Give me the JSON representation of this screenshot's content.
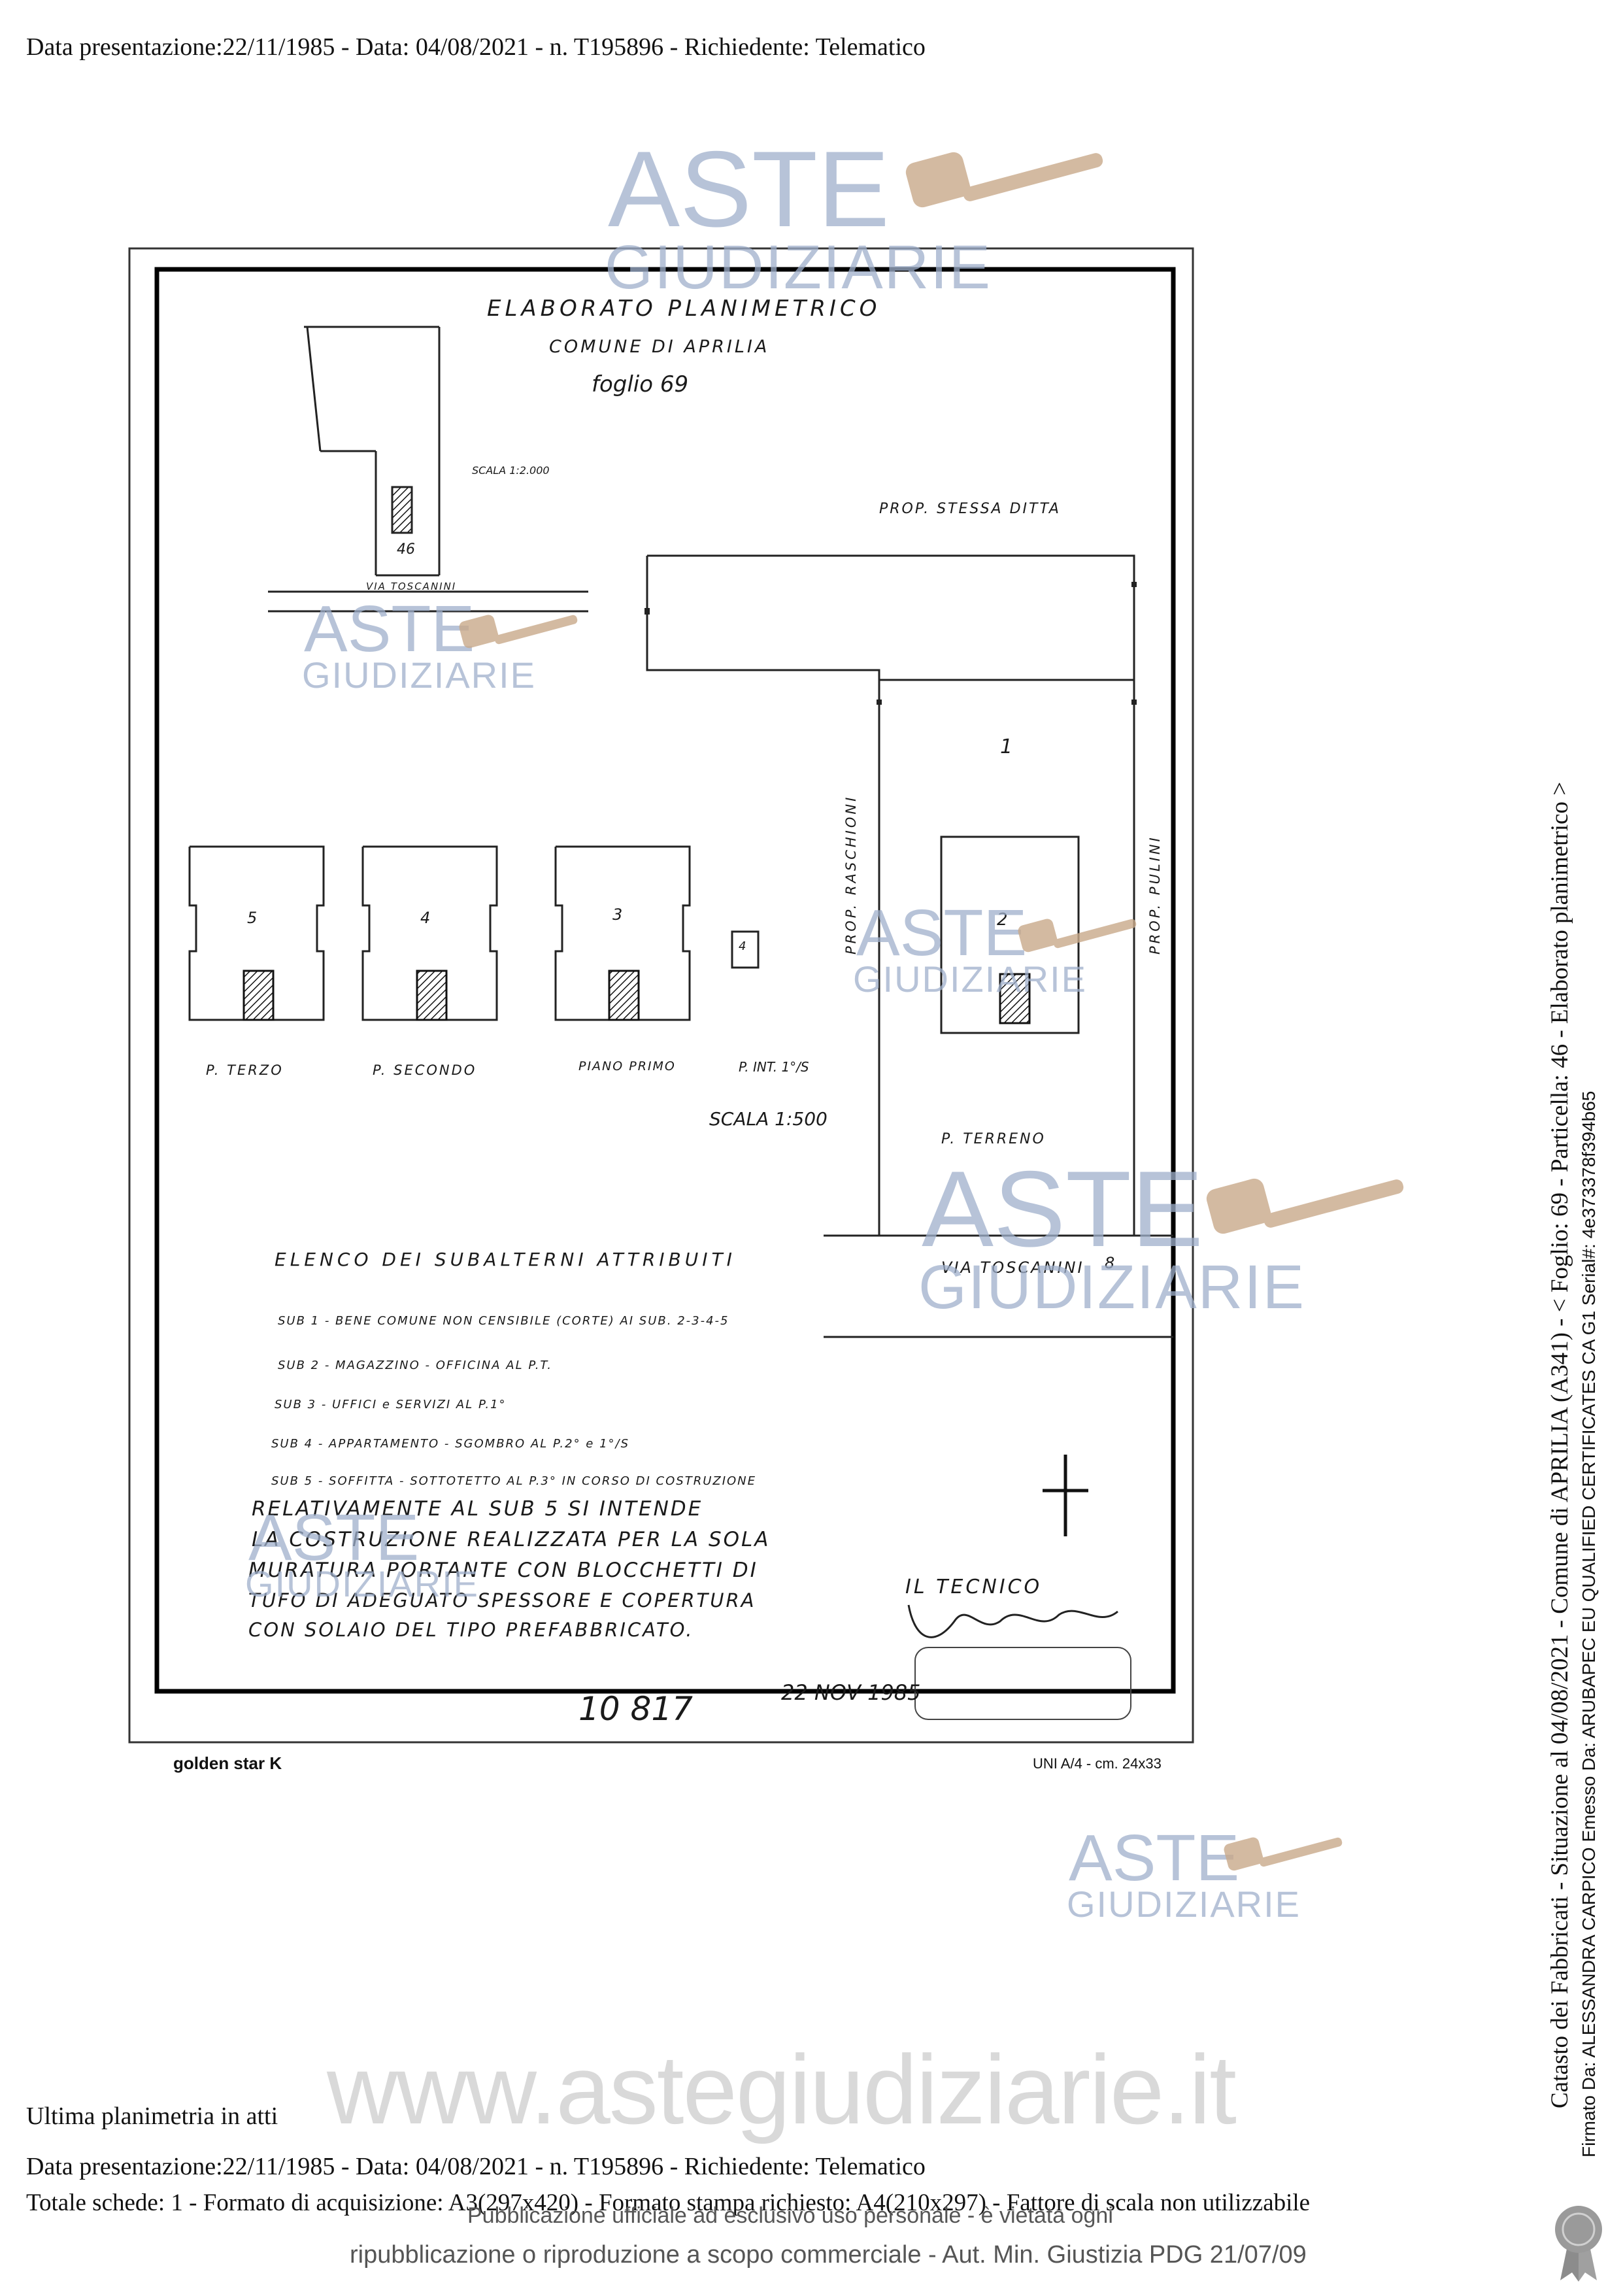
{
  "header": {
    "top_line": "Data presentazione:22/11/1985 - Data: 04/08/2021 - n. T195896 - Richiedente: Telematico"
  },
  "watermark": {
    "brand_top": "ASTE",
    "brand_bottom": "GIUDIZIARIE",
    "url": "www.astegiudiziarie.it",
    "notice_line1": "Pubblicazione ufficiale ad esclusivo uso personale - è vietata ogni",
    "notice_line2": "ripubblicazione o riproduzione a scopo commerciale - Aut. Min. Giustizia PDG 21/07/09"
  },
  "drawing": {
    "title": "ELABORATO PLANIMETRICO",
    "comune": "COMUNE DI APRILIA",
    "foglio": "foglio 69",
    "scala_small": "SCALA 1:2.000",
    "particella_small": "46",
    "street_small": "VIA TOSCANINI",
    "prop_top": "PROP. STESSA DITTA",
    "prop_left": "PROP. RASCHIONI",
    "prop_right": "PROP. PULINI",
    "sub_area_1": "1",
    "units": [
      {
        "number": "5",
        "floor": "P. TERZO"
      },
      {
        "number": "4",
        "floor": "P. SECONDO"
      },
      {
        "number": "3",
        "floor": "PIANO PRIMO"
      },
      {
        "number": "4",
        "floor": "P. INT. 1°/S"
      }
    ],
    "unit_ground": {
      "number": "2",
      "floor": "P. TERRENO"
    },
    "scala_main": "SCALA 1:500",
    "street_main": "VIA TOSCANINI",
    "street_number": "8",
    "list_title": "ELENCO DEI SUBALTERNI ATTRIBUITI",
    "subs": [
      "SUB 1 - BENE COMUNE NON CENSIBILE (CORTE) AI SUB. 2-3-4-5",
      "SUB 2 - MAGAZZINO - OFFICINA AL P.T.",
      "SUB 3 - UFFICI e SERVIZI AL P.1°",
      "SUB 4 - APPARTAMENTO - SGOMBRO AL P.2° e 1°/S",
      "SUB 5 - SOFFITTA - SOTTOTETTO AL P.3° IN CORSO DI COSTRUZIONE"
    ],
    "note_lines": [
      "RELATIVAMENTE AL SUB 5 SI INTENDE",
      "LA COSTRUZIONE REALIZZATA PER LA SOLA",
      "MURATURA PORTANTE CON BLOCCHETTI DI",
      "TUFO DI ADEGUATO SPESSORE E COPERTURA",
      "CON SOLAIO DEL TIPO PREFABBRICATO."
    ],
    "signature_label": "IL TECNICO",
    "protocol": "10 817",
    "stamp_date": "22 NOV 1985",
    "paper_brand": "golden star K",
    "paper_format": "UNI A/4 - cm. 24x33"
  },
  "footer": {
    "ultima": "Ultima planimetria in atti",
    "line1": "Data presentazione:22/11/1985 - Data: 04/08/2021 - n. T195896 - Richiedente: Telematico",
    "line2": "Totale schede: 1 - Formato di acquisizione: A3(297x420) - Formato stampa richiesto: A4(210x297) - Fattore di scala non utilizzabile"
  },
  "sidebar": {
    "main": "Catasto dei Fabbricati - Situazione al 04/08/2021 - Comune di APRILIA (A341) - < Foglio: 69 - Particella: 46 - Elaborato planimetrico >",
    "signed": "Firmato Da: ALESSANDRA CARPICO Emesso Da: ARUBAPEC EU QUALIFIED CERTIFICATES CA G1 Serial#: 4e373378f394b65"
  },
  "colors": {
    "ink": "#111111",
    "watermark": "#9fb0cc",
    "gavel": "#c9a98a"
  }
}
